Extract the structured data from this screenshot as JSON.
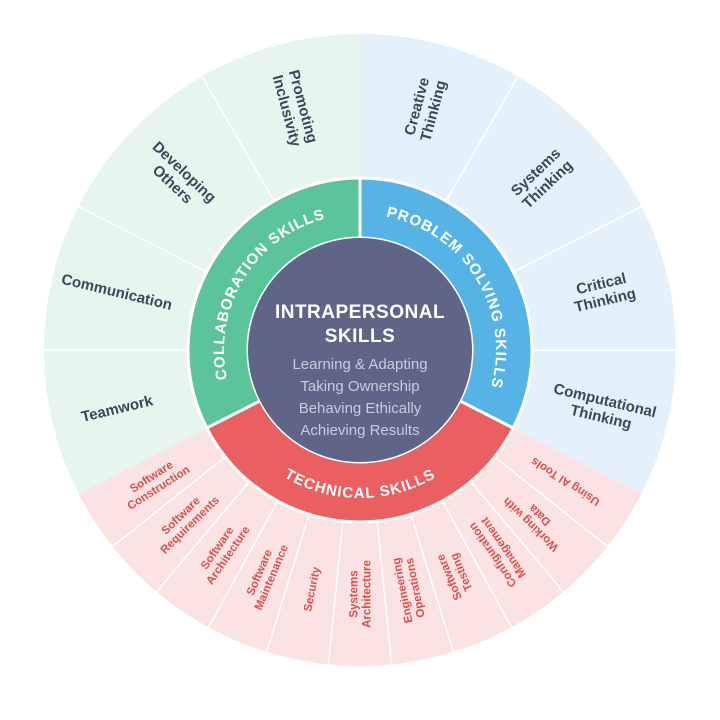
{
  "colors": {
    "collaboration_outer": "#e6f6ee",
    "collaboration_ring": "#5bc49b",
    "collaboration_text": "#3d4659",
    "problem_outer": "#e4f1fb",
    "problem_ring": "#55b3e6",
    "problem_text": "#3d4659",
    "technical_outer": "#fce3e3",
    "technical_ring": "#ea5f5f",
    "technical_text": "#d8504f",
    "core": "#5e6587",
    "divider": "#ffffff"
  },
  "core": {
    "title_line1": "INTRAPERSONAL",
    "title_line2": "SKILLS",
    "items": [
      "Learning & Adapting",
      "Taking Ownership",
      "Behaving Ethically",
      "Achieving Results"
    ]
  },
  "categories": [
    {
      "key": "collaboration",
      "label": "COLLABORATION SKILLS",
      "skills": [
        [
          "Teamwork"
        ],
        [
          "Communication"
        ],
        [
          "Developing",
          "Others"
        ],
        [
          "Promoting",
          "Inclusivity"
        ]
      ]
    },
    {
      "key": "problem",
      "label": "PROBLEM SOLVING SKILLS",
      "skills": [
        [
          "Creative",
          "Thinking"
        ],
        [
          "Systems",
          "Thinking"
        ],
        [
          "Critical",
          "Thinking"
        ],
        [
          "Computational",
          "Thinking"
        ]
      ]
    },
    {
      "key": "technical",
      "label": "TECHNICAL SKILLS",
      "skills": [
        [
          "Using AI Tools"
        ],
        [
          "Working with",
          "Data"
        ],
        [
          "Configuration",
          "Management"
        ],
        [
          "Software",
          "Testing"
        ],
        [
          "Engineering",
          "Operations"
        ],
        [
          "Systems",
          "Architecture"
        ],
        [
          "Security"
        ],
        [
          "Software",
          "Maintenance"
        ],
        [
          "Software",
          "Architecture"
        ],
        [
          "Software",
          "Requirements"
        ],
        [
          "Software",
          "Construction"
        ]
      ]
    }
  ]
}
